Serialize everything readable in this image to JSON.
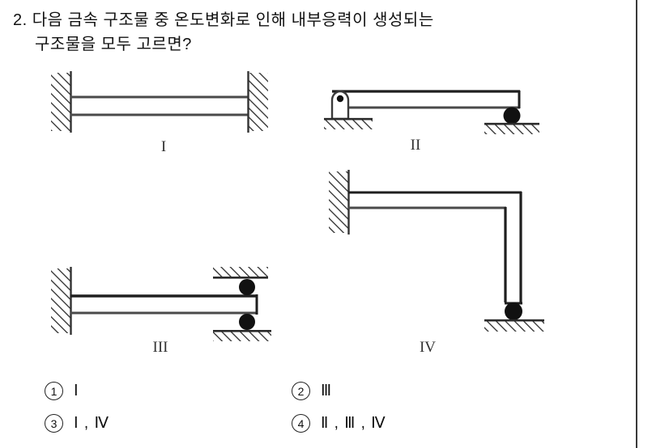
{
  "question": {
    "number": "2.",
    "line1": "2. 다음 금속 구조물 중 온도변화로 인해 내부응력이 생성되는",
    "line2": "구조물을 모두 고르면?"
  },
  "figures": [
    {
      "label": "I",
      "name": "figure-i-fixed-fixed-beam",
      "description": "horizontal beam fixed at both ends between two hatched walls",
      "supports": [
        "fixed-wall-left",
        "fixed-wall-right"
      ]
    },
    {
      "label": "II",
      "name": "figure-ii-pin-roller-beam",
      "description": "horizontal beam on a pin support at left and a roller support at right, both on hatched ground",
      "supports": [
        "pin-support-left",
        "roller-support-right"
      ]
    },
    {
      "label": "III",
      "name": "figure-iii-fixed-guided-beam",
      "description": "horizontal beam fixed at left wall, right end guided between two rollers against hatched surfaces",
      "supports": [
        "fixed-wall-left",
        "roller-top-right",
        "roller-bottom-right"
      ]
    },
    {
      "label": "IV",
      "name": "figure-iv-l-frame",
      "description": "L-shaped frame fixed at left wall, vertical leg resting on a roller on hatched ground",
      "supports": [
        "fixed-wall-left",
        "roller-support-bottom"
      ]
    }
  ],
  "options": [
    {
      "number": "①",
      "text": "Ⅰ"
    },
    {
      "number": "②",
      "text": "Ⅲ"
    },
    {
      "number": "③",
      "text": "Ⅰ , Ⅳ"
    },
    {
      "number": "④",
      "text": "Ⅱ , Ⅲ , Ⅳ"
    }
  ],
  "colors": {
    "ink": "#111111",
    "line": "#4a4a4a",
    "hatch": "#2b2b2b",
    "rule": "#3a3a3a"
  }
}
